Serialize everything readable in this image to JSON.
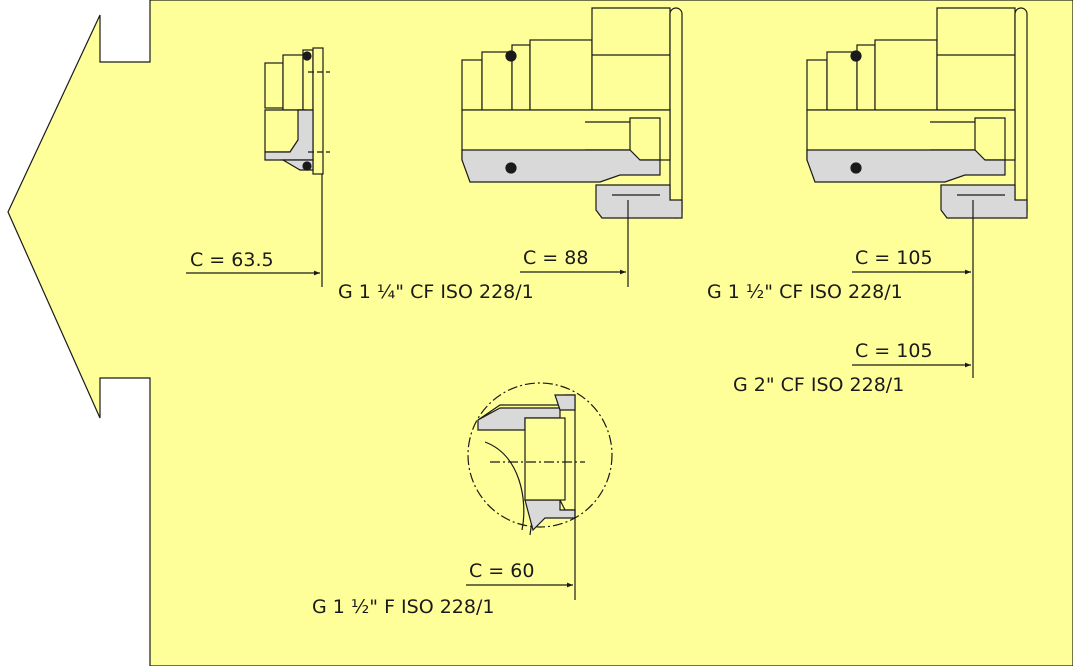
{
  "colors": {
    "background": "#ffff99",
    "page": "#ffffff",
    "part_fill": "#d9d9d9",
    "line": "#1a1a1a"
  },
  "fittings": [
    {
      "id": "fitting-1",
      "dimension": "C = 63.5",
      "thread": ""
    },
    {
      "id": "fitting-2",
      "dimension": "C = 88",
      "thread": "G 1 ¼\" CF ISO 228/1"
    },
    {
      "id": "fitting-3",
      "dimension": "C = 105",
      "thread": "G 1 ½\" CF ISO 228/1"
    },
    {
      "id": "fitting-3b",
      "dimension": "C = 105",
      "thread": "G 2\" CF ISO 228/1"
    },
    {
      "id": "fitting-4",
      "dimension": "C = 60",
      "thread": "G 1 ½\" F ISO 228/1"
    }
  ]
}
